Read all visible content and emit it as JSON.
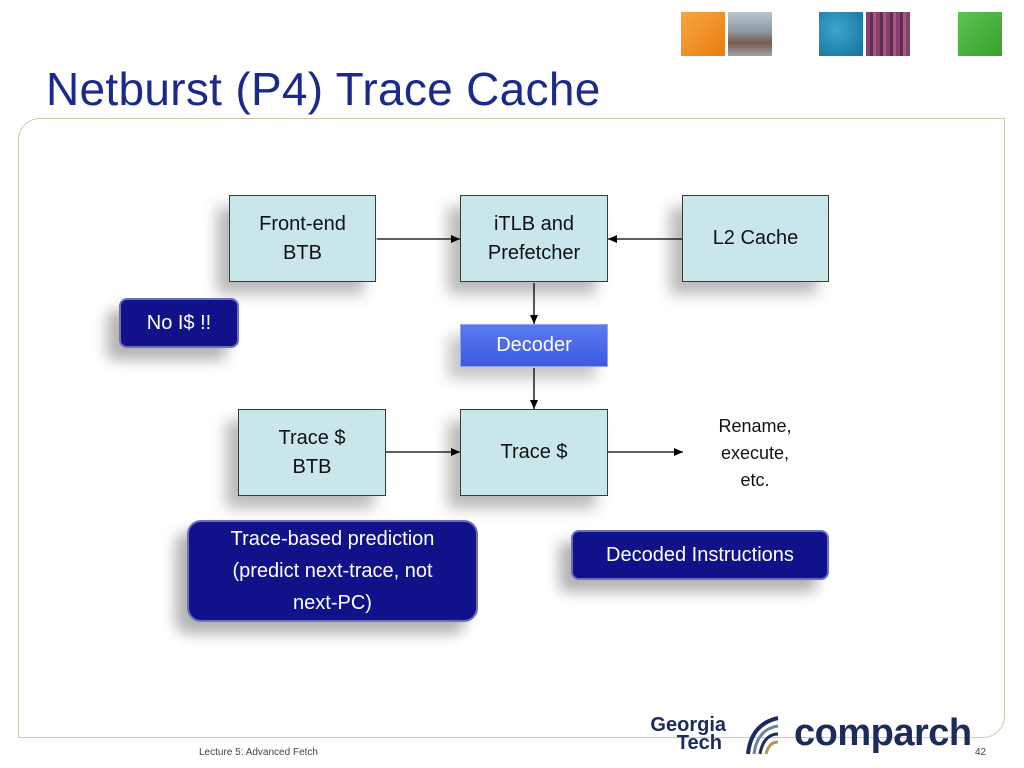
{
  "title": "Netburst (P4) Trace Cache",
  "header_squares": [
    {
      "name": "orange-square",
      "color": "#f08a1c"
    },
    {
      "name": "campus-photo-square",
      "color": "#7e8a93"
    },
    {
      "name": "blue-square",
      "color": "#1f86b4"
    },
    {
      "name": "chip-die-square",
      "color": "#7a3a62"
    },
    {
      "name": "green-square",
      "color": "#44b33a"
    }
  ],
  "boxes": {
    "front_end_btb": {
      "line1": "Front-end",
      "line2": "BTB"
    },
    "itlb": {
      "line1": "iTLB and",
      "line2": "Prefetcher"
    },
    "l2_cache": {
      "line1": "L2 Cache"
    },
    "decoder": {
      "line1": "Decoder"
    },
    "trace_btb": {
      "line1": "Trace $",
      "line2": "BTB"
    },
    "trace_cache": {
      "line1": "Trace $"
    }
  },
  "labels": {
    "no_icache": "No I$ !!",
    "trace_prediction": {
      "line1": "Trace-based prediction",
      "line2": "(predict next-trace, not",
      "line3": "next-PC)"
    },
    "decoded_instructions": "Decoded Instructions",
    "rename": {
      "line1": "Rename,",
      "line2": "execute,",
      "line3": "etc."
    }
  },
  "footer": {
    "lecture": "Lecture 5: Advanced Fetch",
    "page": "42",
    "logo_georgia": "Georgia",
    "logo_tech": "Tech",
    "logo_comparch": "comparch"
  },
  "colors": {
    "title": "#1b2a8a",
    "box_fill": "#c9e6ea",
    "callout_fill": "#11128a",
    "decoder_fill": "#4a66e6",
    "logo_navy": "#1c2a5c"
  }
}
